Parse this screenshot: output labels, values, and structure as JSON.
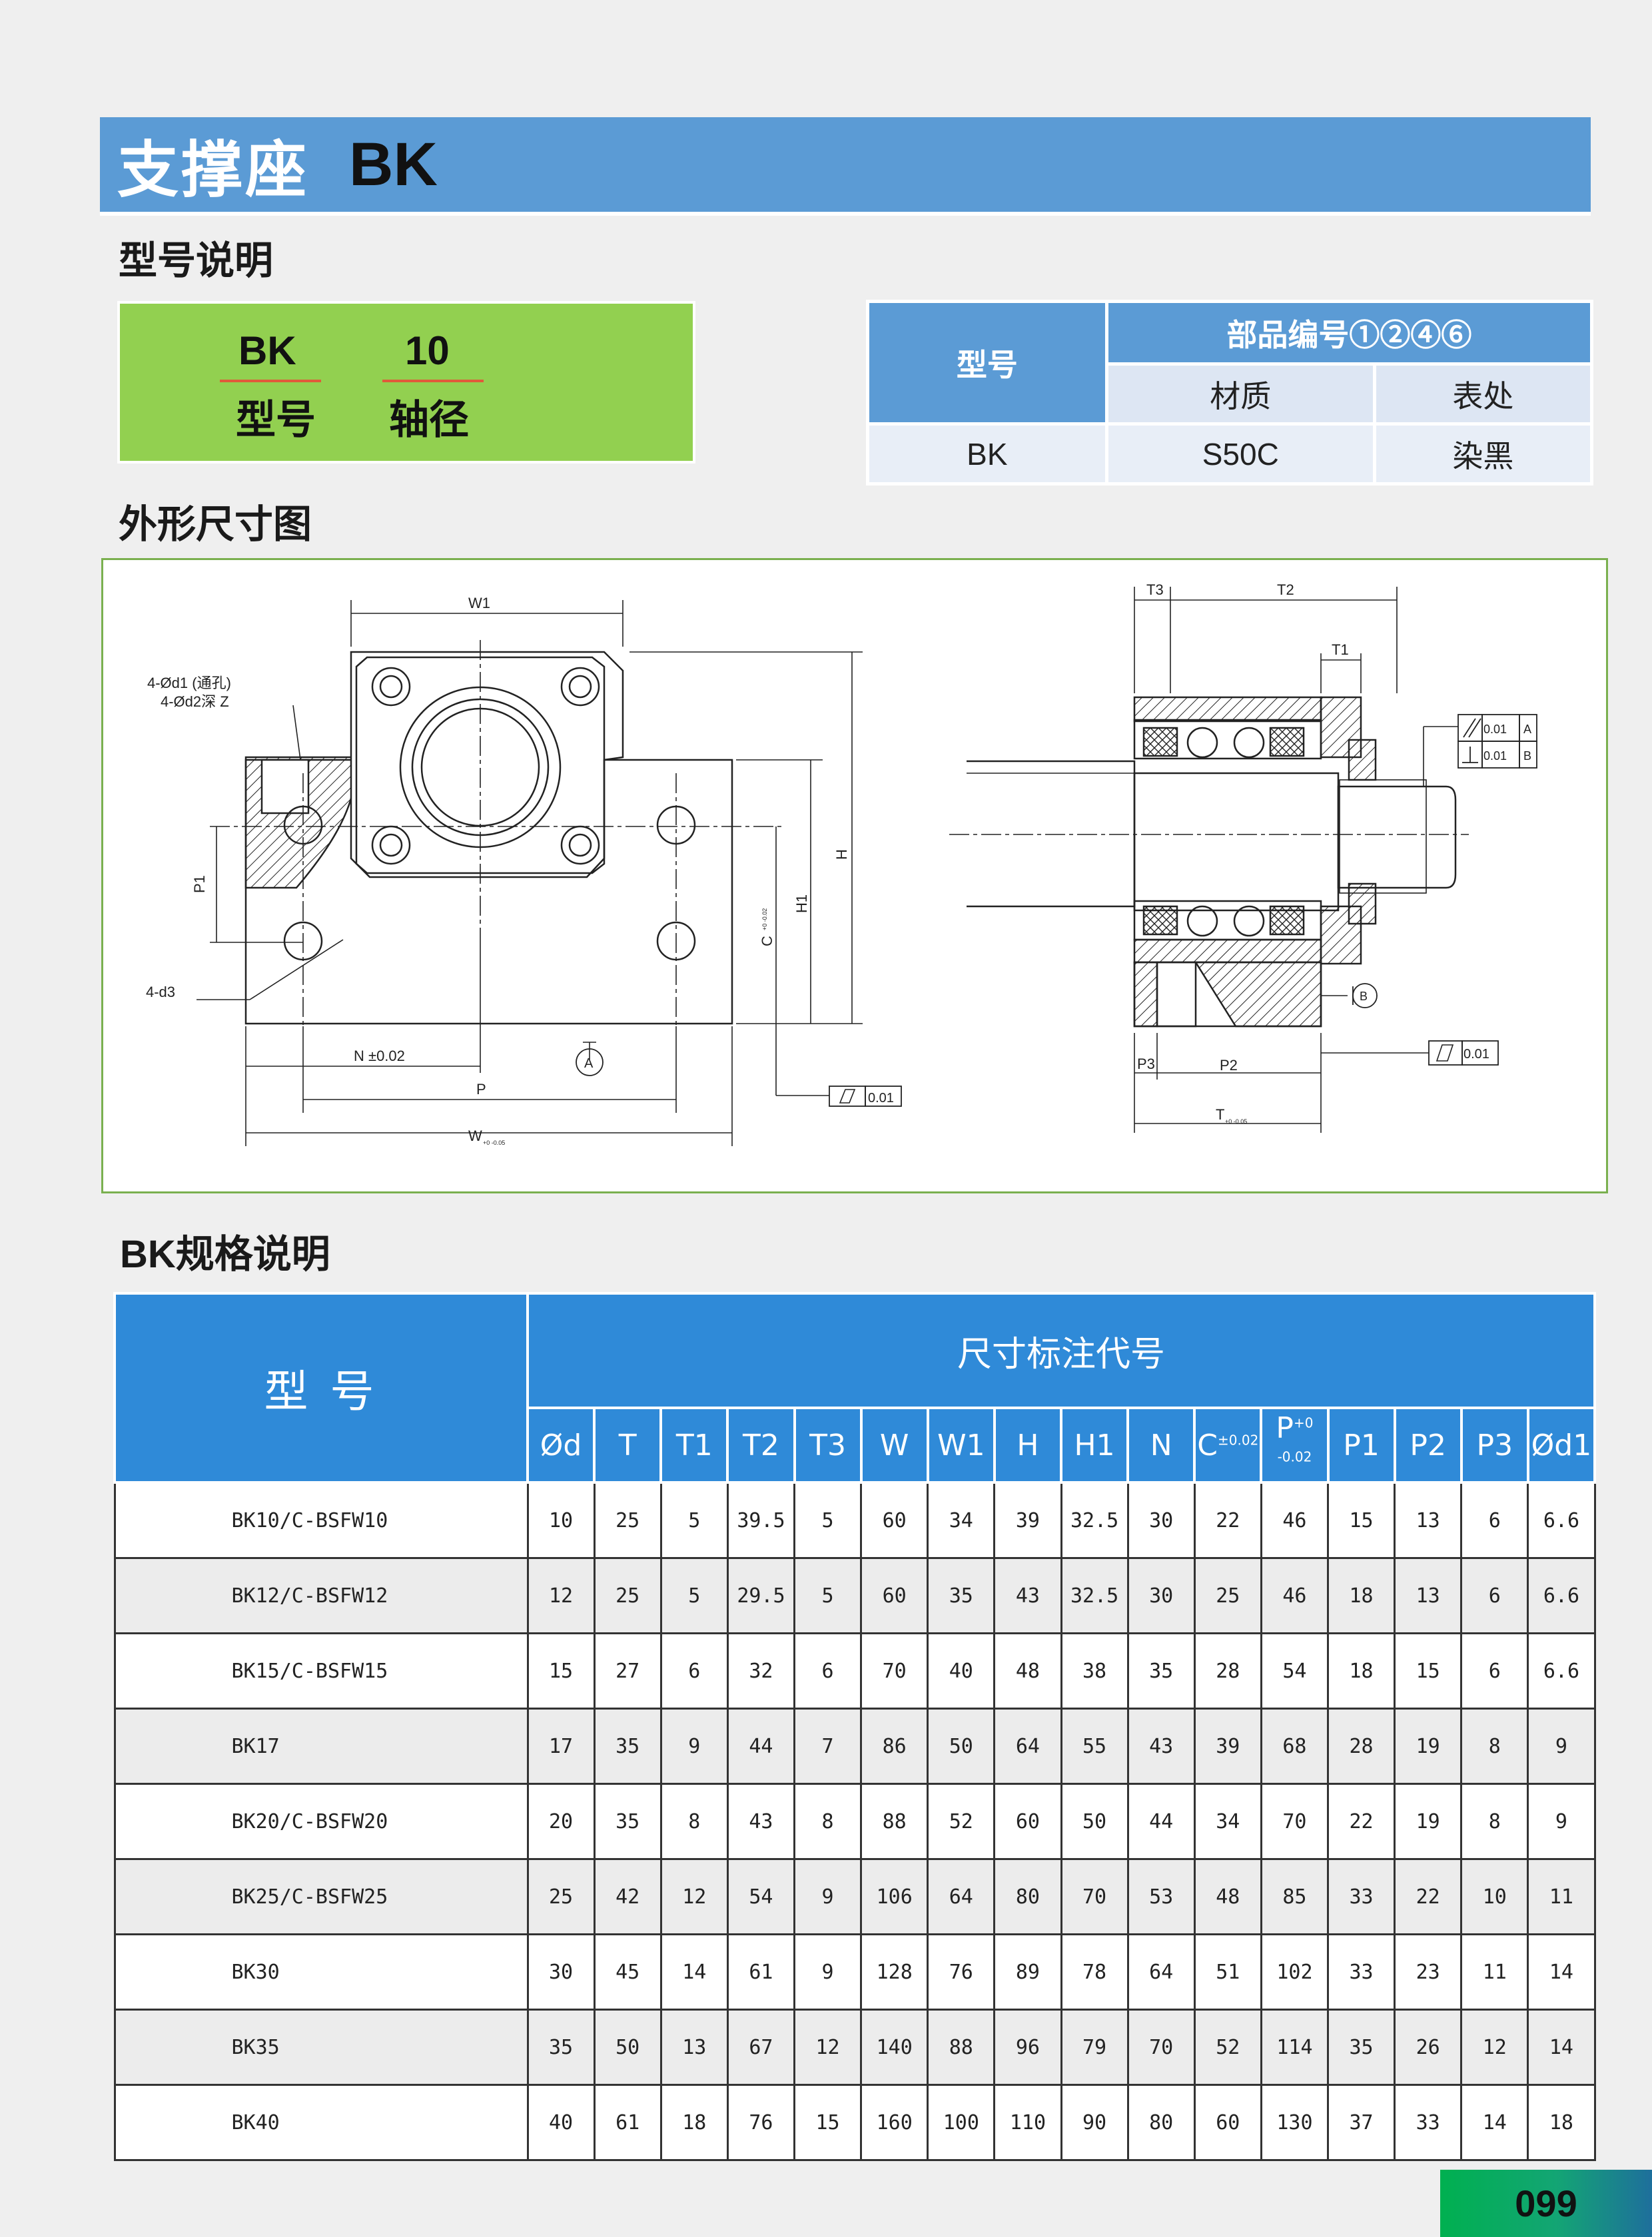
{
  "title": {
    "main": "支撑座",
    "code": "BK"
  },
  "sections": {
    "model_desc": "型号说明",
    "outline": "外形尺寸图",
    "spec": "BK规格说明"
  },
  "model_box": {
    "code": "BK",
    "code_label": "型号",
    "size": "10",
    "size_label": "轴径"
  },
  "material_table": {
    "model_header": "型号",
    "parts_header": "部品编号①②④⑥",
    "material_header": "材质",
    "finish_header": "表处",
    "row": {
      "model": "BK",
      "material": "S50C",
      "finish": "染黑"
    }
  },
  "drawing": {
    "labels": {
      "W1": "W1",
      "hole1": "4-Ød1 (通孔)",
      "hole2": "4-Ød2深 Z",
      "P1": "P1",
      "d3": "4-d3",
      "N": "N ±0.02",
      "P": "P",
      "W": "W",
      "W_tol": "+0 -0.05",
      "A": "A",
      "H": "H",
      "H1": "H1",
      "C": "C",
      "C_tol": "+0 -0.02",
      "flat1": "0.01",
      "T3": "T3",
      "T2": "T2",
      "T1": "T1",
      "par": "0.01",
      "parA": "A",
      "perp": "0.01",
      "perpB": "B",
      "B": "B",
      "P3": "P3",
      "P2": "P2",
      "T": "T",
      "T_tol": "+0 -0.05",
      "flat2": "0.01"
    }
  },
  "spec_table": {
    "model_header": "型 号",
    "group_header": "尺寸标注代号",
    "columns": [
      "Ød",
      "T",
      "T1",
      "T2",
      "T3",
      "W",
      "W1",
      "H",
      "H1",
      "N",
      "C",
      "P",
      "P1",
      "P2",
      "P3",
      "Ød1"
    ],
    "c_tol": "±0.02",
    "p_tol": "+0 -0.02",
    "rows": [
      {
        "model": "BK10/C-BSFW10",
        "values": [
          "10",
          "25",
          "5",
          "39.5",
          "5",
          "60",
          "34",
          "39",
          "32.5",
          "30",
          "22",
          "46",
          "15",
          "13",
          "6",
          "6.6"
        ]
      },
      {
        "model": "BK12/C-BSFW12",
        "values": [
          "12",
          "25",
          "5",
          "29.5",
          "5",
          "60",
          "35",
          "43",
          "32.5",
          "30",
          "25",
          "46",
          "18",
          "13",
          "6",
          "6.6"
        ]
      },
      {
        "model": "BK15/C-BSFW15",
        "values": [
          "15",
          "27",
          "6",
          "32",
          "6",
          "70",
          "40",
          "48",
          "38",
          "35",
          "28",
          "54",
          "18",
          "15",
          "6",
          "6.6"
        ]
      },
      {
        "model": "BK17",
        "values": [
          "17",
          "35",
          "9",
          "44",
          "7",
          "86",
          "50",
          "64",
          "55",
          "43",
          "39",
          "68",
          "28",
          "19",
          "8",
          "9"
        ]
      },
      {
        "model": "BK20/C-BSFW20",
        "values": [
          "20",
          "35",
          "8",
          "43",
          "8",
          "88",
          "52",
          "60",
          "50",
          "44",
          "34",
          "70",
          "22",
          "19",
          "8",
          "9"
        ]
      },
      {
        "model": "BK25/C-BSFW25",
        "values": [
          "25",
          "42",
          "12",
          "54",
          "9",
          "106",
          "64",
          "80",
          "70",
          "53",
          "48",
          "85",
          "33",
          "22",
          "10",
          "11"
        ]
      },
      {
        "model": "BK30",
        "values": [
          "30",
          "45",
          "14",
          "61",
          "9",
          "128",
          "76",
          "89",
          "78",
          "64",
          "51",
          "102",
          "33",
          "23",
          "11",
          "14"
        ]
      },
      {
        "model": "BK35",
        "values": [
          "35",
          "50",
          "13",
          "67",
          "12",
          "140",
          "88",
          "96",
          "79",
          "70",
          "52",
          "114",
          "35",
          "26",
          "12",
          "14"
        ]
      },
      {
        "model": "BK40",
        "values": [
          "40",
          "61",
          "18",
          "76",
          "15",
          "160",
          "100",
          "110",
          "90",
          "80",
          "60",
          "130",
          "37",
          "33",
          "14",
          "18"
        ]
      }
    ]
  },
  "page_number": "099",
  "colors": {
    "banner": "#5b9bd5",
    "model_box": "#92d050",
    "table_header": "#2f8ad8",
    "page_tab": "#00b050"
  }
}
